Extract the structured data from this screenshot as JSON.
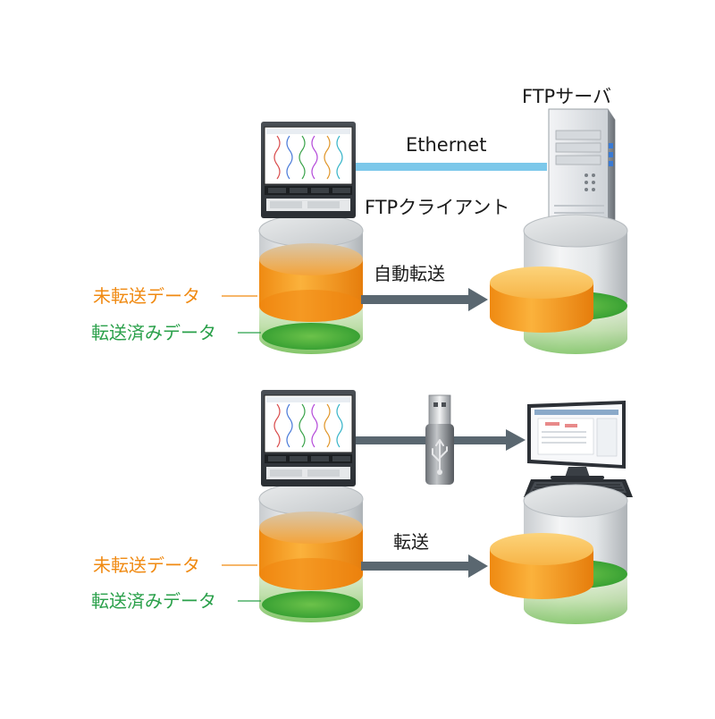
{
  "top": {
    "server_label": "FTPサーバ",
    "network_label": "Ethernet",
    "client_label": "FTPクライアント",
    "transfer_label": "自動転送",
    "untransferred_label": "未転送データ",
    "transferred_label": "転送済みデータ"
  },
  "bottom": {
    "transfer_label": "転送",
    "untransferred_label": "未転送データ",
    "transferred_label": "転送済みデータ"
  },
  "colors": {
    "ethernet": "#7cc8ea",
    "arrow": "#5a6770",
    "unsent": "#f59a1c",
    "sent": "#48b043",
    "label_orange": "#f08a12",
    "label_green": "#2aa04a"
  }
}
